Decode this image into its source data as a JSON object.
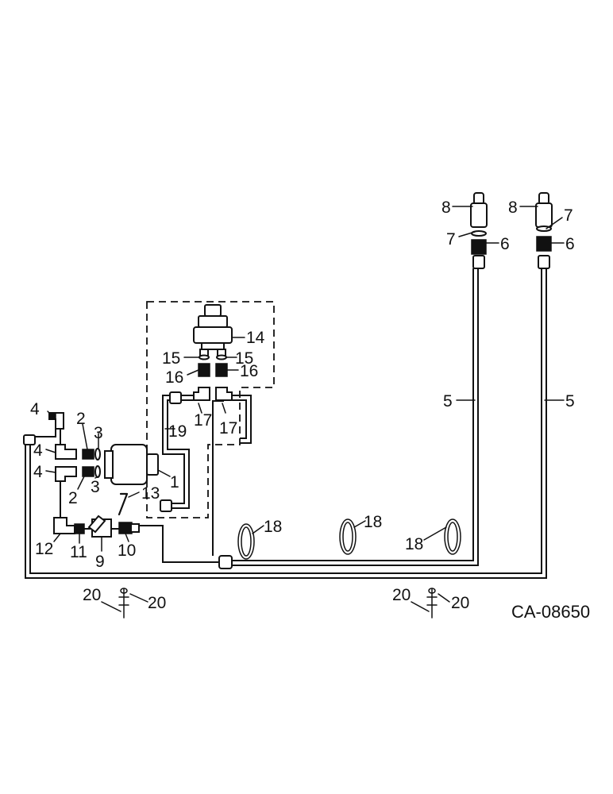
{
  "diagram": {
    "code": "CA-08650",
    "labels": {
      "c1": "1",
      "c2a": "2",
      "c2b": "2",
      "c3a": "3",
      "c3b": "3",
      "c4a": "4",
      "c4b": "4",
      "c4c": "4",
      "c5a": "5",
      "c5b": "5",
      "c6a": "6",
      "c6b": "6",
      "c7a": "7",
      "c7b": "7",
      "c8a": "8",
      "c8b": "8",
      "c9": "9",
      "c10": "10",
      "c11": "11",
      "c12": "12",
      "c13": "13",
      "c14": "14",
      "c15a": "15",
      "c15b": "15",
      "c16a": "16",
      "c16b": "16",
      "c17a": "17",
      "c17b": "17",
      "c18a": "18",
      "c18b": "18",
      "c18c": "18",
      "c19": "19",
      "c20a": "20",
      "c20b": "20",
      "c20c": "20",
      "c20d": "20"
    }
  }
}
